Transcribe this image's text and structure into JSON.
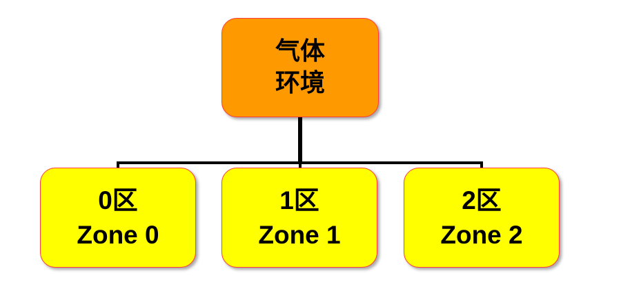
{
  "root": {
    "line1": "气体",
    "line2": "环境",
    "fill": "#ff9900"
  },
  "children": [
    {
      "label_cn": "0区",
      "label_en": "Zone 0"
    },
    {
      "label_cn": "1区",
      "label_en": "Zone 1"
    },
    {
      "label_cn": "2区",
      "label_en": "Zone 2"
    }
  ],
  "colors": {
    "child_fill": "#ffff00",
    "border": "#ff3b3b",
    "connector": "#000000"
  }
}
